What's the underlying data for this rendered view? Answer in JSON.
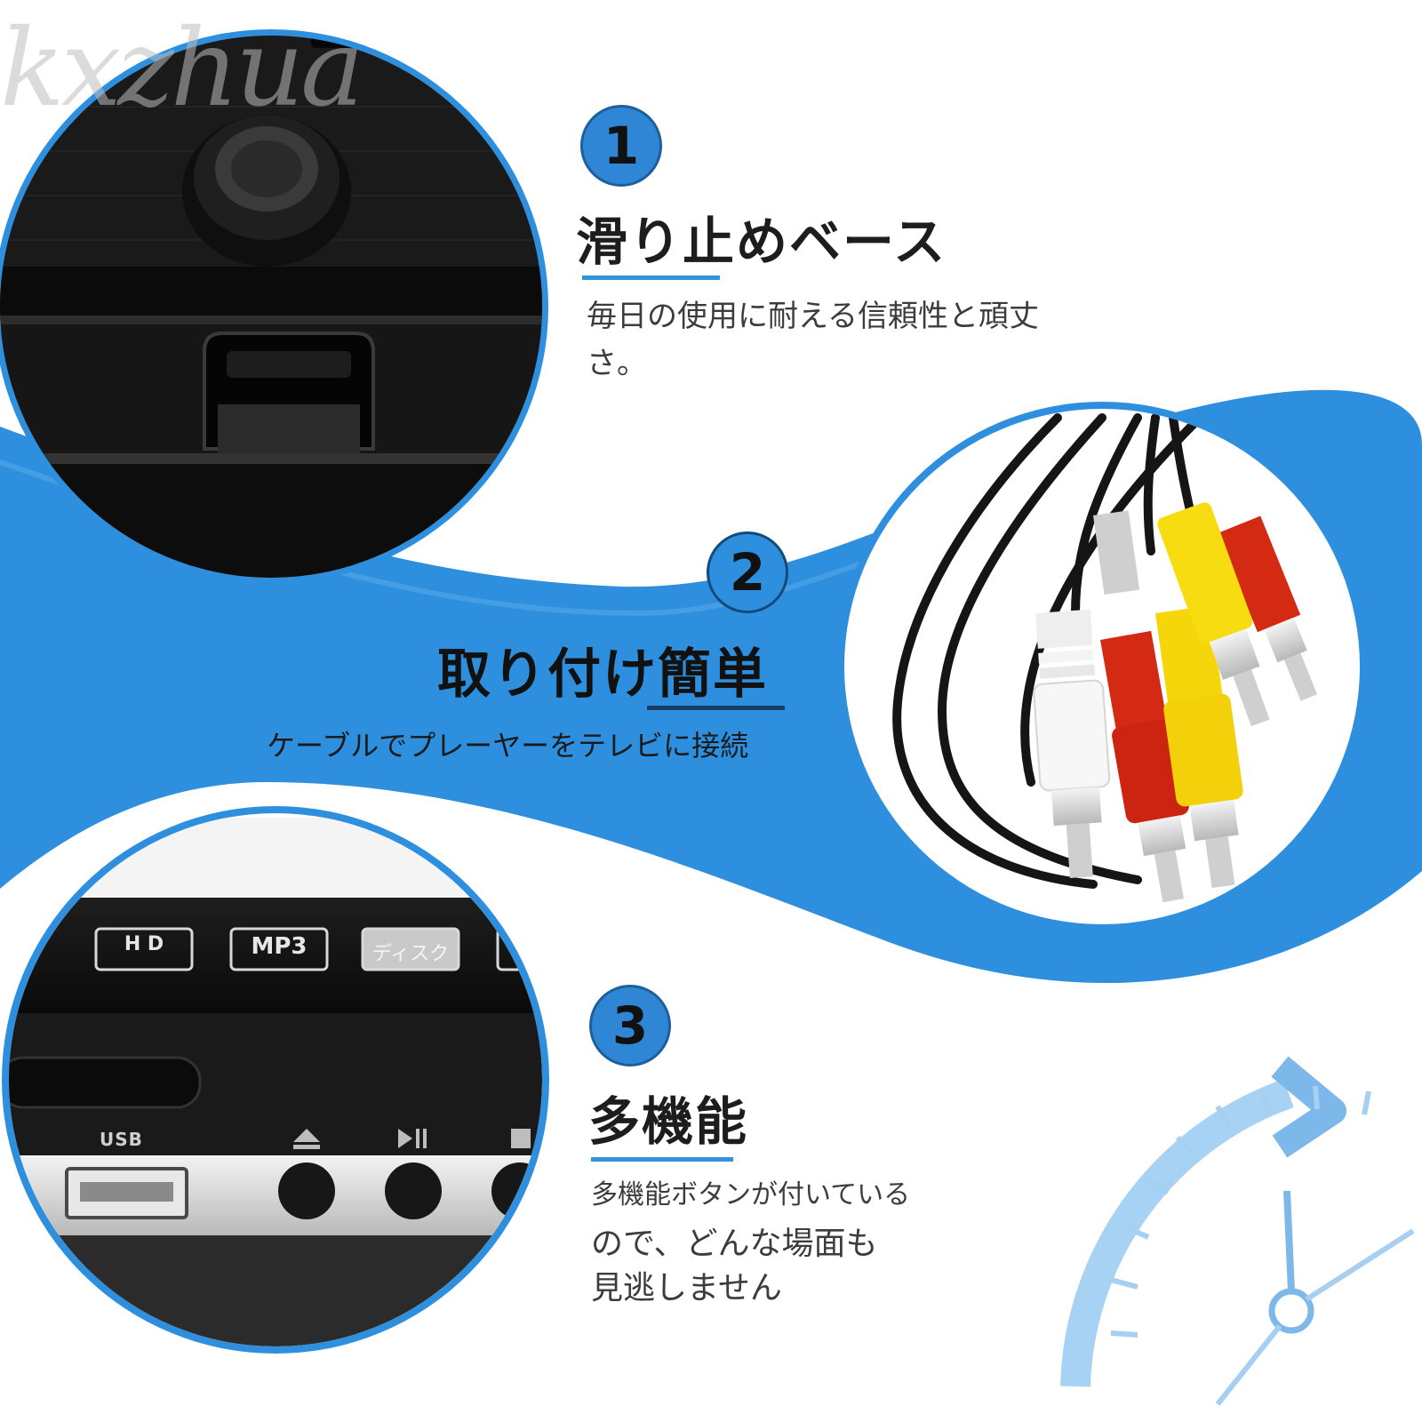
{
  "watermark": "kxzhua",
  "features": [
    {
      "number": "1",
      "title": "滑り止めベース",
      "description": "毎日の使用に耐える信頼性と頑丈さ。"
    },
    {
      "number": "2",
      "title": "取り付け簡単",
      "description": "ケーブルでプレーヤーをテレビに接続"
    },
    {
      "number": "3",
      "title": "多機能",
      "description_lines": [
        "多機能ボタンが付いている",
        "ので、どんな場面も",
        "見逃しません"
      ]
    }
  ],
  "device_panel": {
    "logos": [
      "H D",
      "MP3",
      "ディスク"
    ],
    "port_label": "USB"
  },
  "colors": {
    "brand_blue": "#2d8fde",
    "badge_blue": "#2f86d4",
    "rule_blue": "#3493dd",
    "clock_blue": "#8fc3ee",
    "device_black": "#141414"
  }
}
